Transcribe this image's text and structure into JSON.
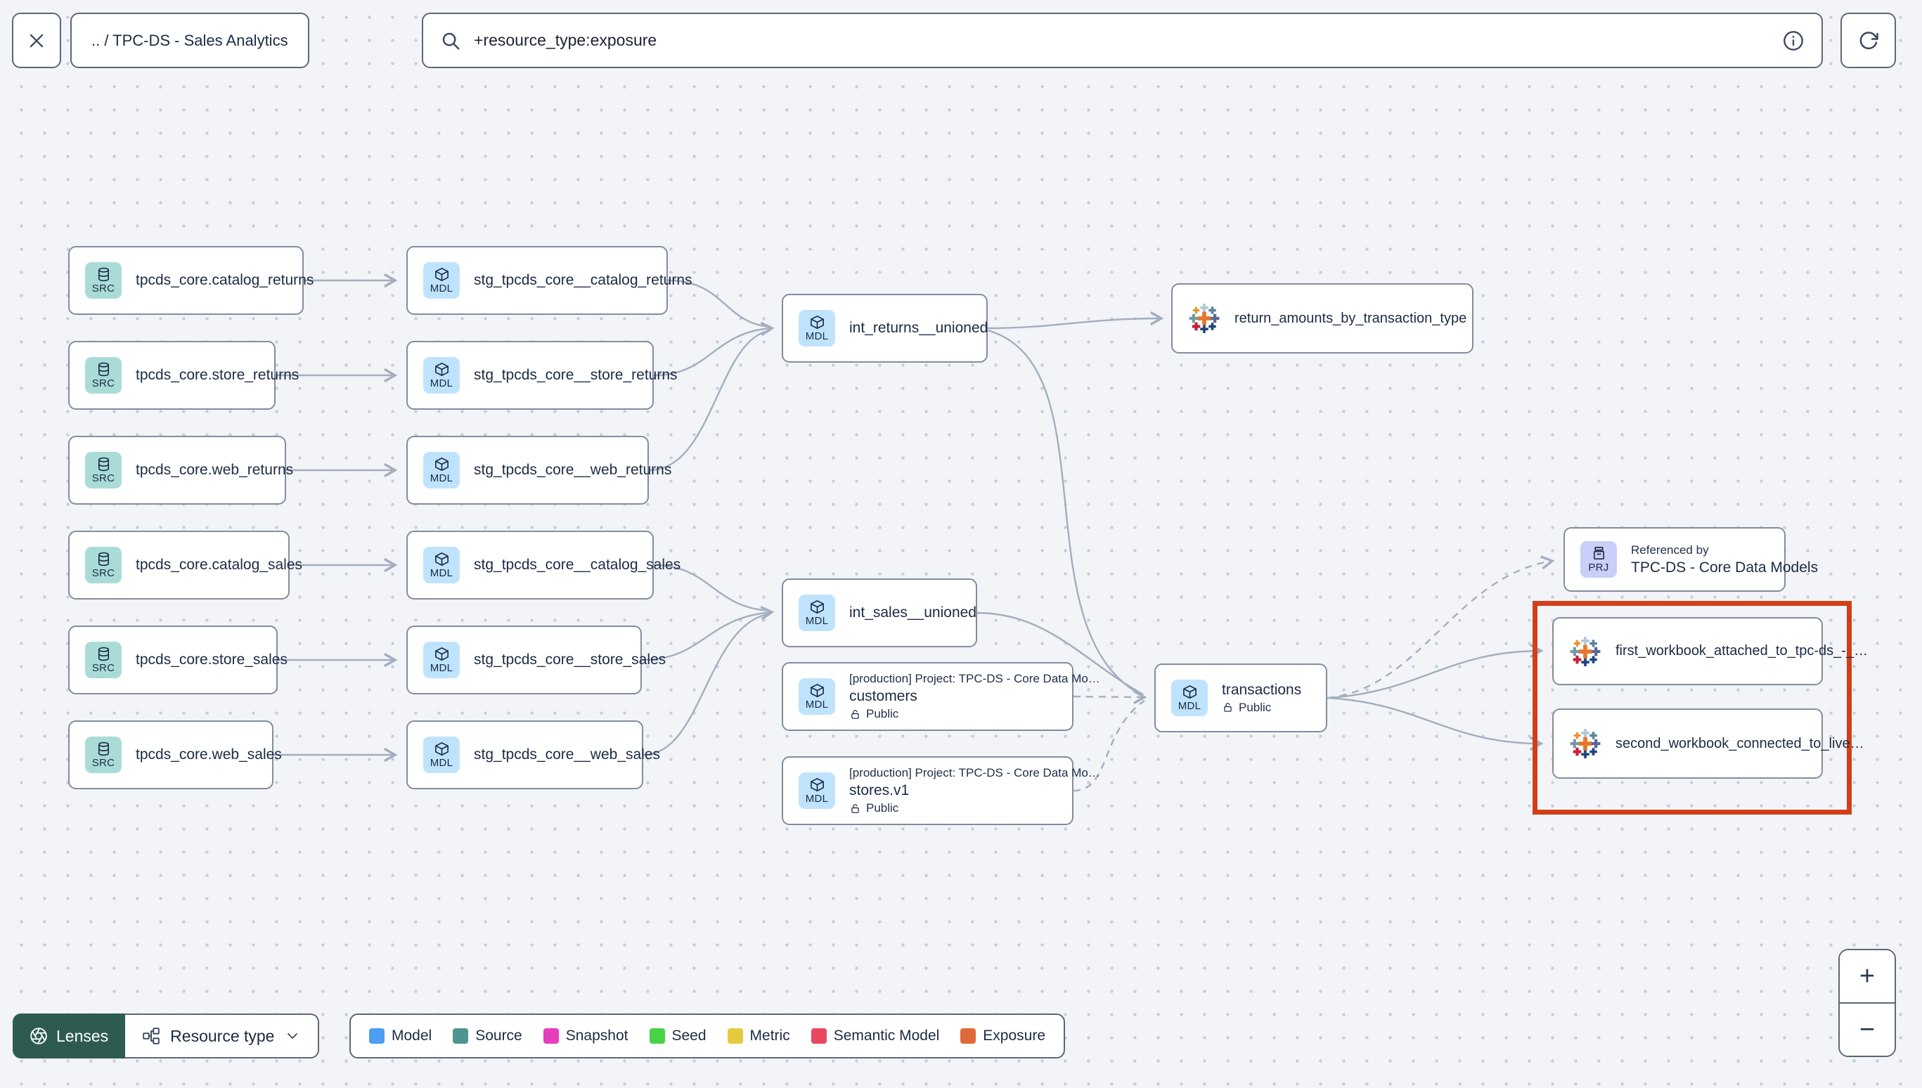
{
  "topbar": {
    "breadcrumb": ".. / TPC-DS - Sales Analytics",
    "search_value": "+resource_type:exposure"
  },
  "badges": {
    "source": "SRC",
    "model": "MDL",
    "project": "PRJ"
  },
  "common": {
    "visibility": "Public",
    "project_line": "[production] Project: TPC-DS - Core Data Mo…",
    "referenced_by": "Referenced by"
  },
  "nodes": {
    "src_catalog_returns": "tpcds_core.catalog_returns",
    "src_store_returns": "tpcds_core.store_returns",
    "src_web_returns": "tpcds_core.web_returns",
    "src_catalog_sales": "tpcds_core.catalog_sales",
    "src_store_sales": "tpcds_core.store_sales",
    "src_web_sales": "tpcds_core.web_sales",
    "stg_catalog_returns": "stg_tpcds_core__catalog_returns",
    "stg_store_returns": "stg_tpcds_core__store_returns",
    "stg_web_returns": "stg_tpcds_core__web_returns",
    "stg_catalog_sales": "stg_tpcds_core__catalog_sales",
    "stg_store_sales": "stg_tpcds_core__store_sales",
    "stg_web_sales": "stg_tpcds_core__web_sales",
    "int_returns": "int_returns__unioned",
    "int_sales": "int_sales__unioned",
    "exposure_return_amounts": "return_amounts_by_transaction_type",
    "customers": "customers",
    "stores": "stores.v1",
    "transactions": "transactions",
    "project_ref": "TPC-DS - Core Data Models",
    "workbook_first": "first_workbook_attached_to_tpc-ds_-_…",
    "workbook_second": "second_workbook_connected_to_live…"
  },
  "toolbar": {
    "lenses": "Lenses",
    "resource_type": "Resource type"
  },
  "legend": {
    "items": [
      {
        "label": "Model",
        "color": "#4d9ef0"
      },
      {
        "label": "Source",
        "color": "#4f948e"
      },
      {
        "label": "Snapshot",
        "color": "#e53dbc"
      },
      {
        "label": "Seed",
        "color": "#46d345"
      },
      {
        "label": "Metric",
        "color": "#e7c93f"
      },
      {
        "label": "Semantic Model",
        "color": "#e9475f"
      },
      {
        "label": "Exposure",
        "color": "#e0693a"
      }
    ]
  },
  "zoom_controls": {
    "zoom_in": "+",
    "zoom_out": "−"
  }
}
